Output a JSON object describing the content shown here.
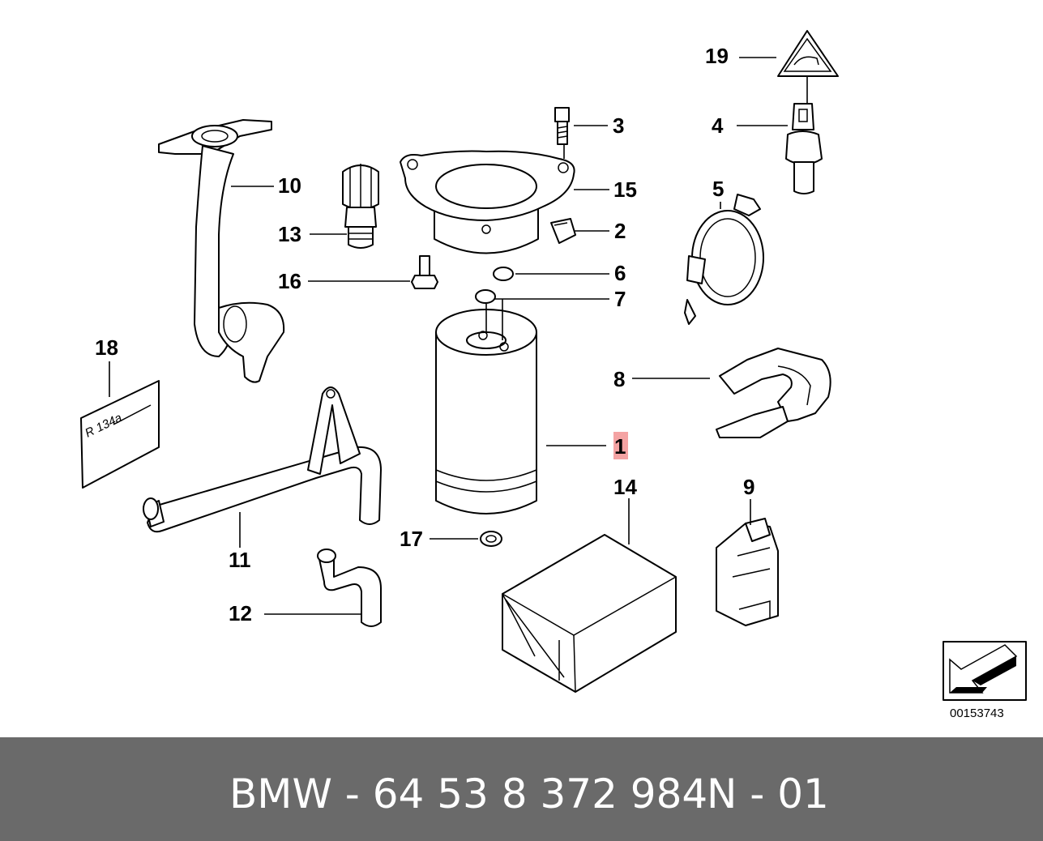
{
  "diagram": {
    "callouts": [
      {
        "id": "1",
        "highlighted": true
      },
      {
        "id": "2"
      },
      {
        "id": "3"
      },
      {
        "id": "4"
      },
      {
        "id": "5"
      },
      {
        "id": "6"
      },
      {
        "id": "7"
      },
      {
        "id": "8"
      },
      {
        "id": "9"
      },
      {
        "id": "10"
      },
      {
        "id": "11"
      },
      {
        "id": "12"
      },
      {
        "id": "13"
      },
      {
        "id": "14"
      },
      {
        "id": "15"
      },
      {
        "id": "16"
      },
      {
        "id": "17"
      },
      {
        "id": "18"
      },
      {
        "id": "19"
      }
    ],
    "label_text": "R 134a",
    "reference_number": "00153743",
    "highlight_color": "#f4a3a3"
  },
  "footer": {
    "part_number": "BMW - 64 53 8 372 984",
    "code": "N - 01",
    "background": "#6a6a6a"
  }
}
